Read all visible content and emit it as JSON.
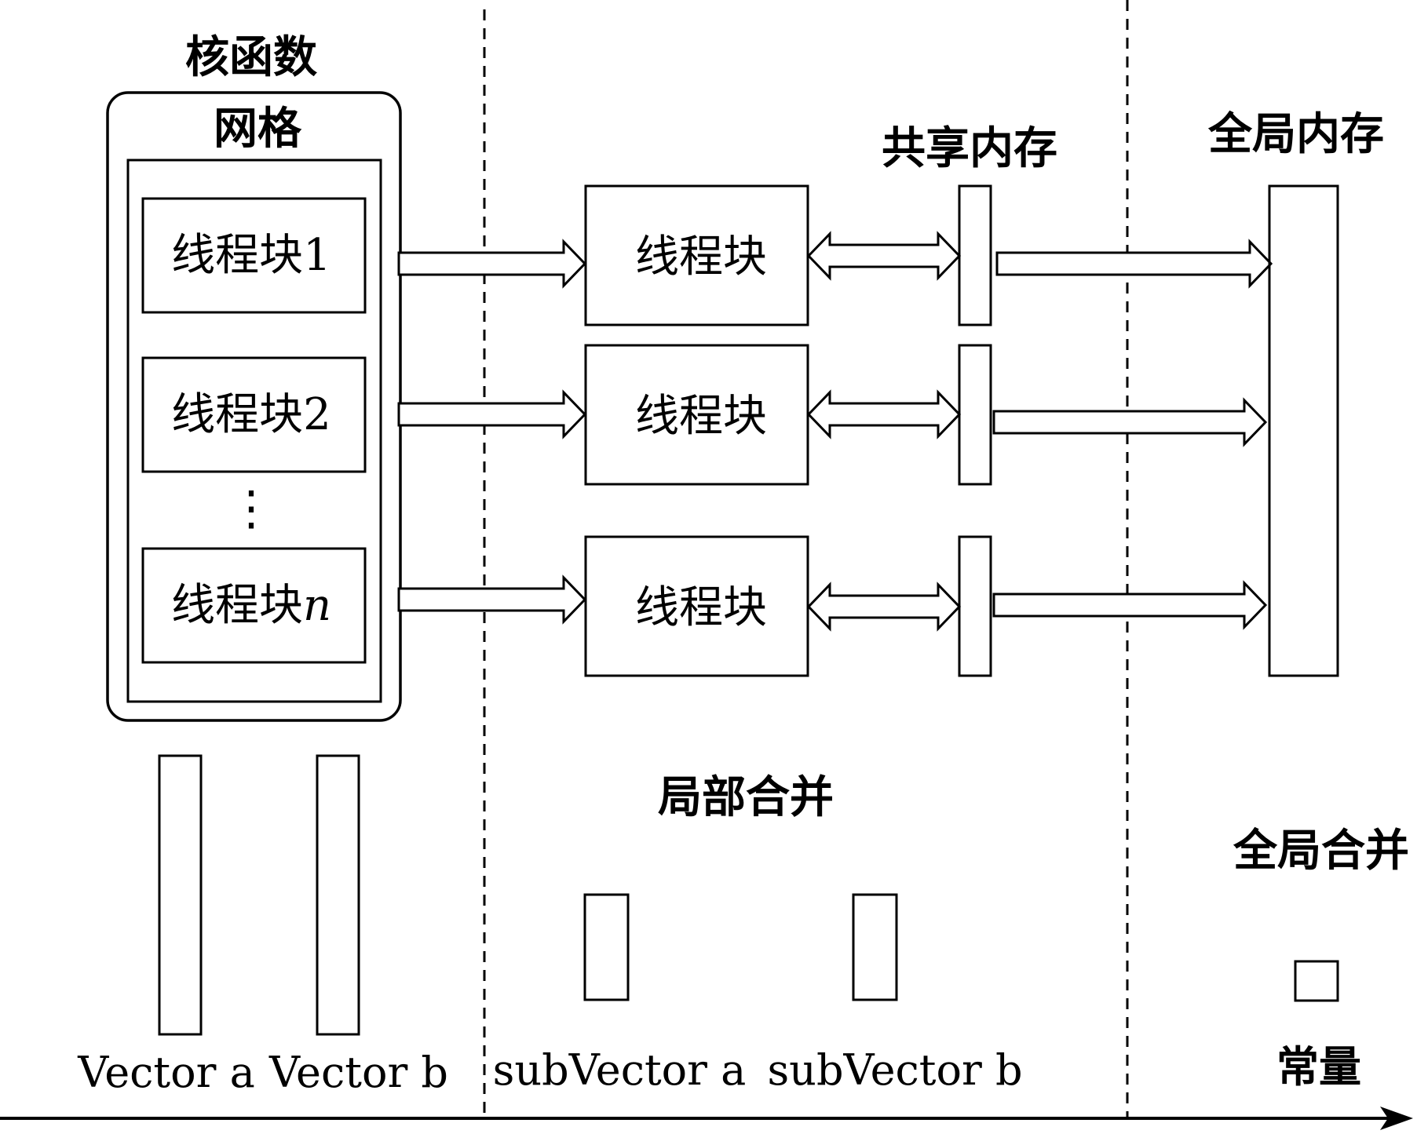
{
  "kernel": {
    "title": "核函数",
    "grid_label": "网格",
    "blocks": [
      {
        "label": "线程块",
        "suffix": "1",
        "italic": false
      },
      {
        "label": "线程块",
        "suffix": "2",
        "italic": false
      },
      {
        "label": "线程块",
        "suffix": "n",
        "italic": true
      }
    ],
    "ellipsis": "⋮"
  },
  "thread_blocks": [
    "线程块",
    "线程块",
    "线程块"
  ],
  "shared_memory_label": "共享内存",
  "global_memory_label": "全局内存",
  "local_merge_label": "局部合并",
  "global_merge_label": "全局合并",
  "vectors": {
    "a": "Vector a",
    "b": "Vector b",
    "sub_a": "subVector a",
    "sub_b": "subVector b",
    "constant": "常量"
  }
}
